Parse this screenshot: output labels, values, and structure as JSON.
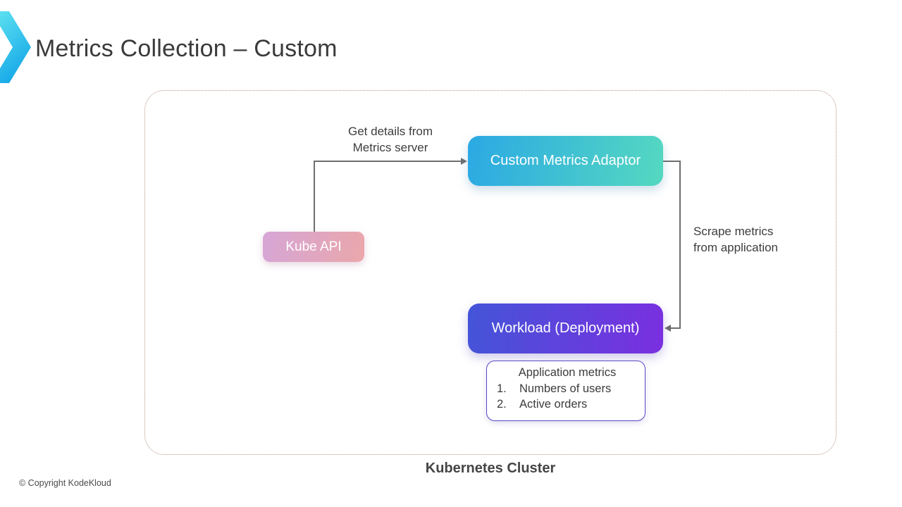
{
  "slide": {
    "title": "Metrics Collection – Custom",
    "cluster_label": "Kubernetes Cluster",
    "copyright": "© Copyright KodeKloud"
  },
  "diagram": {
    "nodes": {
      "kube_api": {
        "label": "Kube API",
        "gradient_start": "#d6a6d6",
        "gradient_end": "#eaa7ab"
      },
      "custom_metrics_adaptor": {
        "label": "Custom Metrics Adaptor",
        "gradient_start": "#2ba9e4",
        "gradient_end": "#55d8c0"
      },
      "workload": {
        "label": "Workload (Deployment)",
        "gradient_start": "#4355d8",
        "gradient_end": "#7b2fe0"
      }
    },
    "annotations": {
      "get_details": {
        "line1": "Get details from",
        "line2": "Metrics server"
      },
      "scrape_metrics": {
        "line1": "Scrape metrics",
        "line2": "from application"
      }
    },
    "app_metrics": {
      "title": "Application metrics",
      "items": [
        {
          "num": "1.",
          "text": "Numbers of users"
        },
        {
          "num": "2.",
          "text": "Active orders"
        }
      ]
    }
  },
  "colors": {
    "connector": "#6e6e6e",
    "cluster_border": "#b59386",
    "app_metrics_border": "#564ac2",
    "title_text": "#3a3a3a",
    "logo_gradient_start": "#5be0f0",
    "logo_gradient_end": "#17a9e8"
  }
}
